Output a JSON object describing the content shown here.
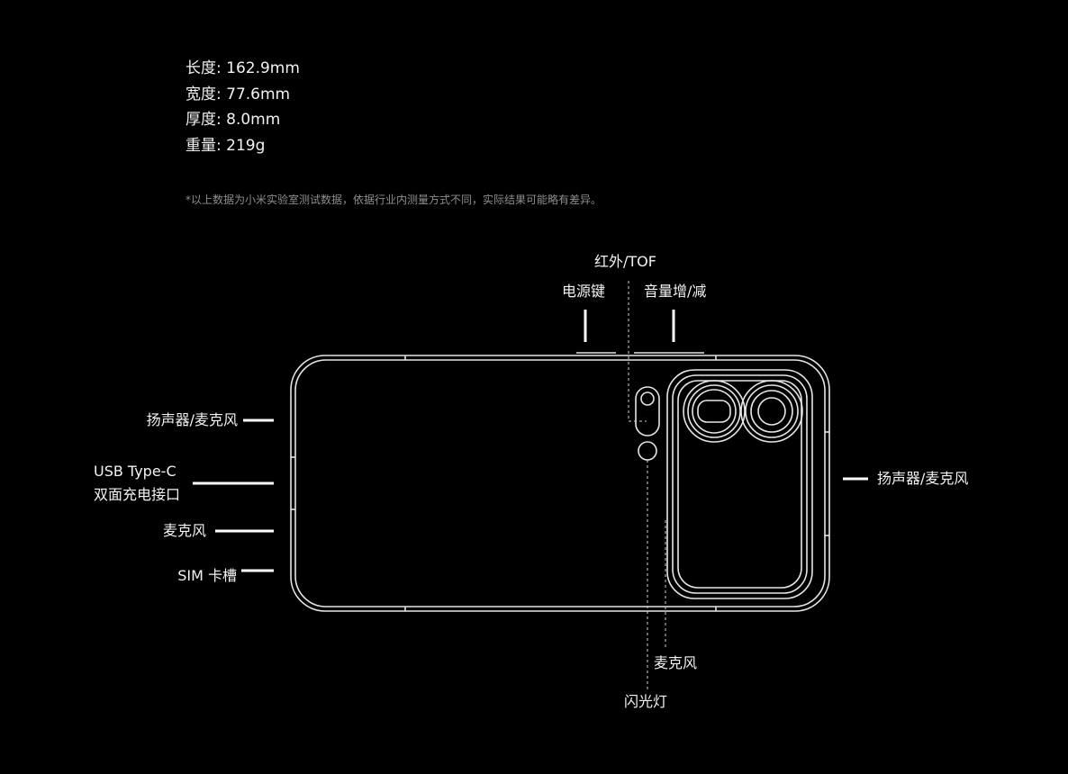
{
  "specs": [
    {
      "label": "长度",
      "value": "162.9mm"
    },
    {
      "label": "宽度",
      "value": "77.6mm"
    },
    {
      "label": "厚度",
      "value": "8.0mm"
    },
    {
      "label": "重量",
      "value": "219g"
    }
  ],
  "spec_separator": ": ",
  "footnote": "*以上数据为小米实验室测试数据，依据行业内测量方式不同，实际结果可能略有差异。",
  "callouts": {
    "ir_tof": "红外/TOF",
    "power_key": "电源键",
    "volume_keys": "音量增/减",
    "speaker_mic_left": "扬声器/麦克风",
    "usb_line1": "USB Type-C",
    "usb_line2": "双面充电接口",
    "mic_left": "麦克风",
    "sim_tray": "SIM 卡槽",
    "speaker_mic_right": "扬声器/麦克风",
    "mic_bottom": "麦克风",
    "flash": "闪光灯"
  },
  "colors": {
    "background": "#000000",
    "outline": "#e6e6e6",
    "text": "#f2f2f2",
    "footnote": "#8d8d8d"
  }
}
